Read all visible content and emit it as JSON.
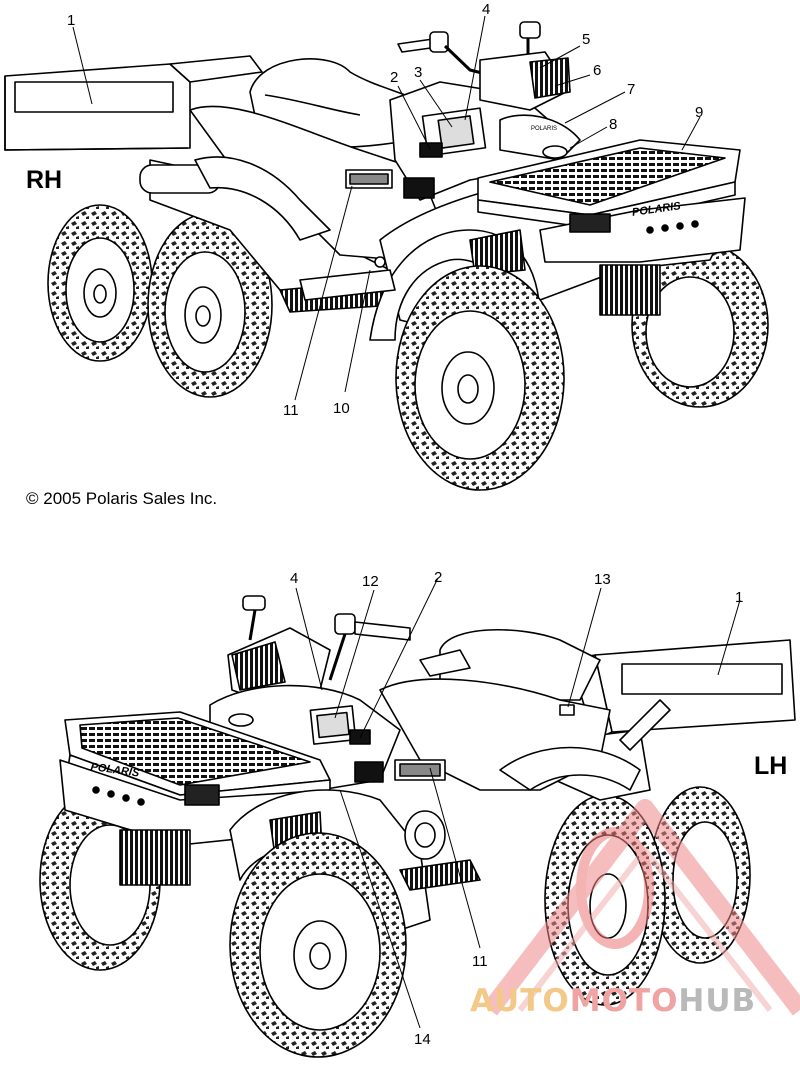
{
  "views": {
    "rh": {
      "label": "RH"
    },
    "lh": {
      "label": "LH"
    }
  },
  "copyright": "© 2005 Polaris Sales Inc.",
  "brand_text": "POLARIS",
  "callouts_rh": [
    "1",
    "2",
    "3",
    "4",
    "5",
    "6",
    "7",
    "8",
    "9",
    "10",
    "11"
  ],
  "callouts_lh": [
    "1",
    "2",
    "4",
    "11",
    "12",
    "13",
    "14"
  ],
  "watermark": {
    "part1": "AUTO",
    "part2": "MOTO",
    "part3": "HUB",
    "colors": {
      "auto": "#f3c98a",
      "moto": "#f0a3a3",
      "hub": "#b9b9b9"
    }
  }
}
